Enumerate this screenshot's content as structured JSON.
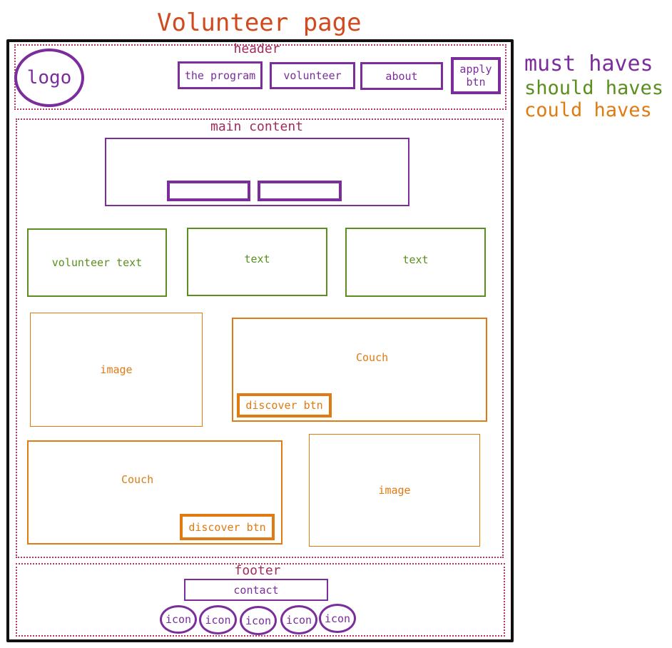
{
  "page_title": "Volunteer page",
  "header": {
    "label": "header",
    "logo": "logo",
    "nav": [
      "the program",
      "volunteer",
      "about"
    ],
    "apply_btn": "apply\nbtn"
  },
  "main": {
    "label": "main content",
    "text_boxes": [
      "volunteer text",
      "text",
      "text"
    ],
    "image_labels": [
      "image",
      "image"
    ],
    "couch_labels": [
      "Couch",
      "Couch"
    ],
    "discover_btns": [
      "discover btn",
      "discover btn"
    ]
  },
  "footer": {
    "label": "footer",
    "contact": "contact",
    "icons": [
      "icon",
      "icon",
      "icon",
      "icon",
      "icon"
    ]
  },
  "legend": {
    "must": "must haves",
    "should": "should haves",
    "could": "could haves"
  },
  "colors": {
    "must": "#7b2d9c",
    "should": "#5a8f1e",
    "could": "#e07a12",
    "title": "#d2491d",
    "section": "#b23a5e"
  }
}
